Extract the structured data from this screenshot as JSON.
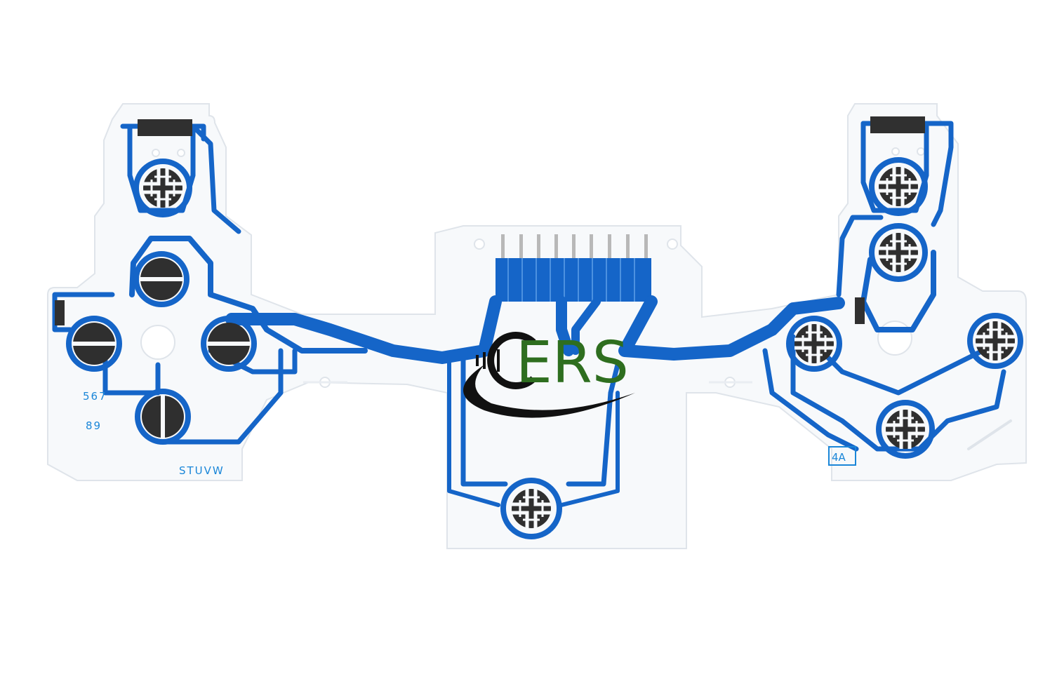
{
  "photo": {
    "subject": "PS4 controller conductive film ribbon (flex circuit)",
    "background_color": "#ffffff",
    "film_color": "#f7f9fb",
    "trace_color": "#1565c8",
    "contact_color": "#2f2f2f"
  },
  "printed_marks": {
    "left_numbers_line1": "567",
    "left_numbers_line2": "89",
    "left_code": "STUVW",
    "right_box_code": "4A"
  },
  "logo": {
    "text": "ERS",
    "letter_e_color": "#111111",
    "text_color": "#2e6e1f"
  }
}
